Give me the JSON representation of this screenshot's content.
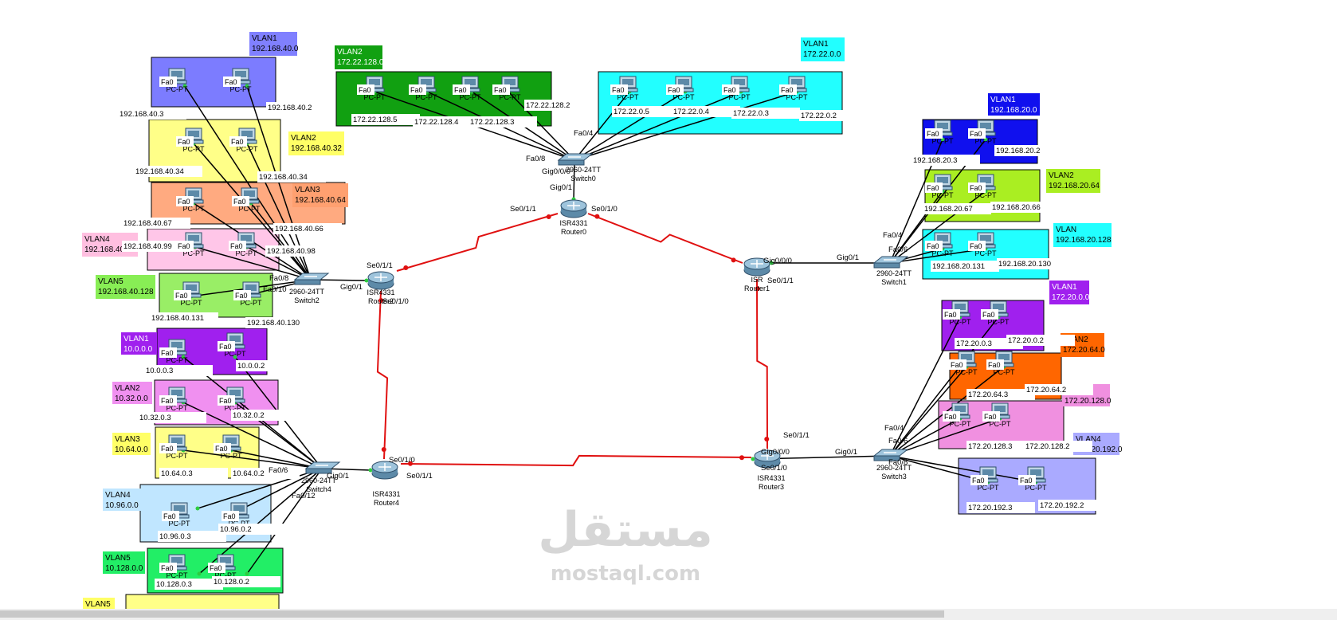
{
  "zones": [
    {
      "id": "L1",
      "title": "VLAN1",
      "net": "192.168.40.0",
      "color": "#7c7cff",
      "title_color": "#8080ff"
    },
    {
      "id": "L2",
      "title": "VLAN2",
      "net": "192.168.40.32",
      "color": "#ffff88",
      "title_color": "#ffff66"
    },
    {
      "id": "L3",
      "title": "VLAN3",
      "net": "192.168.40.64",
      "color": "#ffaa80",
      "title_color": "#ffa070"
    },
    {
      "id": "L4",
      "title": "VLAN4",
      "net": "192.168.40.96",
      "color": "#ffc6e8",
      "title_color": "#ffbfe0"
    },
    {
      "id": "L5",
      "title": "VLAN5",
      "net": "192.168.40.128",
      "color": "#99ee66",
      "title_color": "#88ee55"
    },
    {
      "id": "T1",
      "title": "VLAN2",
      "net": "172.22.128.0",
      "color": "#11a011",
      "title_color": "#11a011"
    },
    {
      "id": "T2",
      "title": "VLAN1",
      "net": "172.22.0.0",
      "color": "#22ffff",
      "title_color": "#22ffff"
    },
    {
      "id": "R1",
      "title": "VLAN1",
      "net": "192.168.20.0",
      "color": "#1010ee",
      "title_color": "#1010ee"
    },
    {
      "id": "R2",
      "title": "VLAN2",
      "net": "192.168.20.64",
      "color": "#aaee22",
      "title_color": "#aaee22"
    },
    {
      "id": "R3",
      "title": "VLAN",
      "net": "192.168.20.128",
      "color": "#22ffff",
      "title_color": "#22ffff"
    },
    {
      "id": "Q1",
      "title": "VLAN1",
      "net": "172.20.0.0",
      "color": "#a020ee",
      "title_color": "#a020ee"
    },
    {
      "id": "Q2",
      "title": "VLAN2",
      "net": "172.20.64.0",
      "color": "#ff6600",
      "title_color": "#ff6600"
    },
    {
      "id": "Q3",
      "title": "VLAN3",
      "net": "172.20.128.0",
      "color": "#f090e0",
      "title_color": "#f090e0"
    },
    {
      "id": "Q4",
      "title": "VLAN4",
      "net": "172.20.192.0",
      "color": "#aaaaff",
      "title_color": "#aaaaff"
    },
    {
      "id": "B1",
      "title": "VLAN1",
      "net": "10.0.0.0",
      "color": "#a020ee",
      "title_color": "#a020ee"
    },
    {
      "id": "B2",
      "title": "VLAN2",
      "net": "10.32.0.0",
      "color": "#f090f0",
      "title_color": "#f090f0"
    },
    {
      "id": "B3",
      "title": "VLAN3",
      "net": "10.64.0.0",
      "color": "#ffff88",
      "title_color": "#ffff66"
    },
    {
      "id": "B4",
      "title": "VLAN4",
      "net": "10.96.0.0",
      "color": "#c0e6ff",
      "title_color": "#c0e6ff"
    },
    {
      "id": "B5",
      "title": "VLAN5",
      "net": "10.128.0.0",
      "color": "#22ee66",
      "title_color": "#22ee66"
    },
    {
      "id": "B6",
      "title": "VLAN5",
      "net": "",
      "color": "#ffff88",
      "title_color": "#ffff66"
    }
  ],
  "devices": {
    "router0": {
      "model": "ISR4331",
      "name": "Router0"
    },
    "router1": {
      "model": "ISR",
      "name": "Router1"
    },
    "router2": {
      "model": "ISR4331",
      "name": "Router2"
    },
    "router3": {
      "model": "ISR4331",
      "name": "Router3"
    },
    "router4": {
      "model": "ISR4331",
      "name": "Router4"
    },
    "switch0": {
      "model": "2960-24TT",
      "name": "Switch0"
    },
    "switch1": {
      "model": "2960-24TT",
      "name": "Switch1"
    },
    "switch2": {
      "model": "2960-24TT",
      "name": "Switch2"
    },
    "switch3": {
      "model": "2960-24TT",
      "name": "Switch3"
    },
    "switch4": {
      "model": "2960-24TT",
      "name": "Switch4"
    }
  },
  "pc_label": "PC-PT",
  "pc_ips": {
    "L1": [
      "192.168.40.3",
      "192.168.40.2"
    ],
    "L2": [
      "192.168.40.34",
      "192.168.40.34"
    ],
    "L3": [
      "192.168.40.67",
      "192.168.40.66"
    ],
    "L4": [
      "192.168.40.99",
      "192.168.40.98"
    ],
    "L5": [
      "192.168.40.131",
      "192.168.40.130"
    ],
    "T1": [
      "172.22.128.5",
      "172.22.128.4",
      "172.22.128.3",
      "172.22.128.2"
    ],
    "T2": [
      "172.22.0.5",
      "172.22.0.4",
      "172.22.0.3",
      "172.22.0.2"
    ],
    "R1": [
      "192.168.20.3",
      "192.168.20.2"
    ],
    "R2": [
      "192.168.20.67",
      "192.168.20.66"
    ],
    "R3": [
      "192.168.20.131",
      "192.168.20.130"
    ],
    "Q1": [
      "172.20.0.3",
      "172.20.0.2"
    ],
    "Q2": [
      "172.20.64.3",
      "172.20.64.2"
    ],
    "Q3": [
      "172.20.128.3",
      "172.20.128.2"
    ],
    "Q4": [
      "172.20.192.3",
      "172.20.192.2"
    ],
    "B1": [
      "10.0.0.3",
      "10.0.0.2"
    ],
    "B2": [
      "10.32.0.3",
      "10.32.0.2"
    ],
    "B3": [
      "10.64.0.3",
      "10.64.0.2"
    ],
    "B4": [
      "10.96.0.3",
      "10.96.0.2"
    ],
    "B5": [
      "10.128.0.3",
      "10.128.0.2"
    ]
  },
  "ports": {
    "fa0": "Fa0",
    "fa0_4": "Fa0/4",
    "fa0_6": "Fa0/6",
    "fa0_8": "Fa0/8",
    "fa0_10": "Fa0/10",
    "fa0_12": "Fa0/12",
    "gig0_1": "Gig0/1",
    "gig0_0_0": "Gig0/0/0",
    "se0_1_0": "Se0/1/0",
    "se0_1_1": "Se0/1/1"
  },
  "watermark": {
    "arabic": "مستقل",
    "latin": "mostaql.com",
    "color": "#d6d6d6"
  },
  "scrollbar_color": "#c8c8c8"
}
